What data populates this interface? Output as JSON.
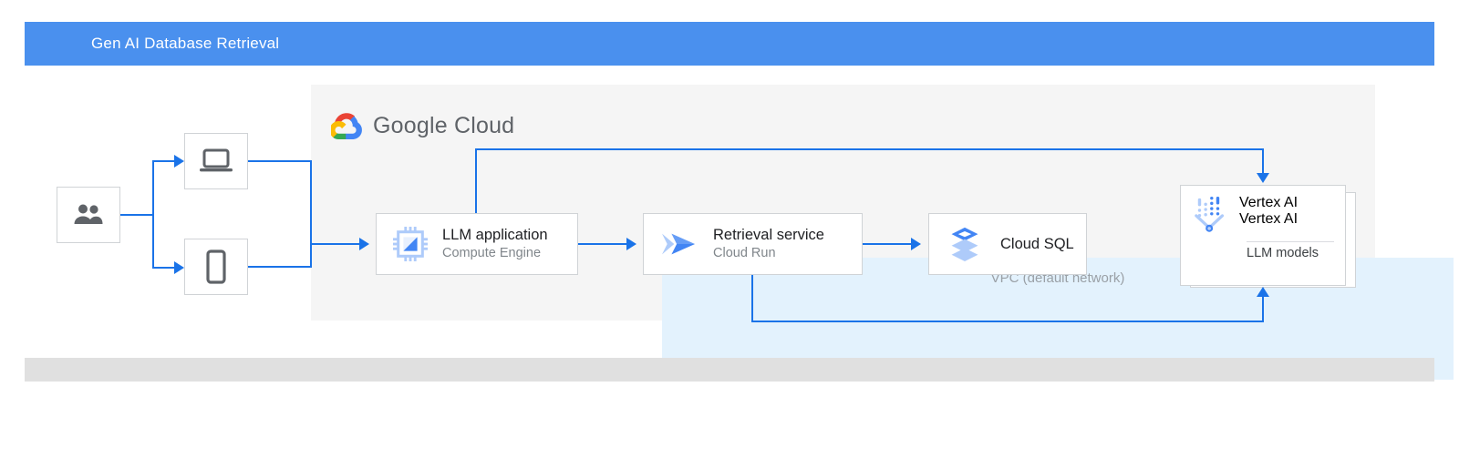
{
  "header": {
    "title": "Gen AI Database Retrieval",
    "bar_color": "#4a90ee"
  },
  "cloud": {
    "provider_name_part1": "Google",
    "provider_name_part2": "Cloud",
    "logo_icon": "google-cloud-logo",
    "background_color": "#f5f5f5"
  },
  "vpc": {
    "label": "VPC (default network)",
    "background_color": "#e3f2fd"
  },
  "actors": {
    "users": {
      "icon": "users-icon",
      "label": "Users"
    },
    "laptop": {
      "icon": "laptop-icon",
      "label": "Laptop"
    },
    "mobile": {
      "icon": "mobile-phone-icon",
      "label": "Mobile phone"
    }
  },
  "nodes": {
    "llm_application": {
      "title": "LLM application",
      "subtitle": "Compute Engine",
      "icon": "compute-engine-icon"
    },
    "retrieval_service": {
      "title": "Retrieval service",
      "subtitle": "Cloud Run",
      "icon": "cloud-run-icon"
    },
    "cloud_sql": {
      "title": "Cloud SQL",
      "subtitle": "",
      "icon": "cloud-sql-icon"
    },
    "vertex_ai": {
      "title": "Vertex AI",
      "subtitle": "Vertex AI",
      "detail": "LLM models",
      "icon": "vertex-ai-icon"
    }
  },
  "colors": {
    "connector": "#1a73e8",
    "accent_blue": "#4285f4",
    "footer_bar": "#e0e0e0"
  }
}
